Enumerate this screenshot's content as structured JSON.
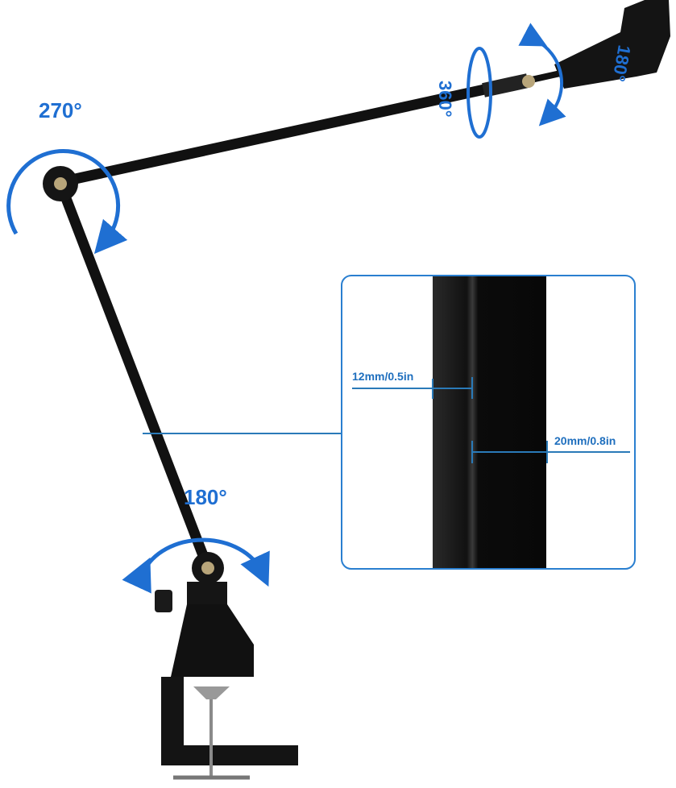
{
  "colors": {
    "accent": "#1f6fd2",
    "dimension_line": "#2a7ab8",
    "arm": "#111111"
  },
  "angles": {
    "base_joint": "270°",
    "lower_joint": "180°",
    "mic_swivel": "360°",
    "mic_clip": "180°"
  },
  "inset": {
    "tube_depth": "12mm/0.5in",
    "tube_width": "20mm/0.8in"
  }
}
